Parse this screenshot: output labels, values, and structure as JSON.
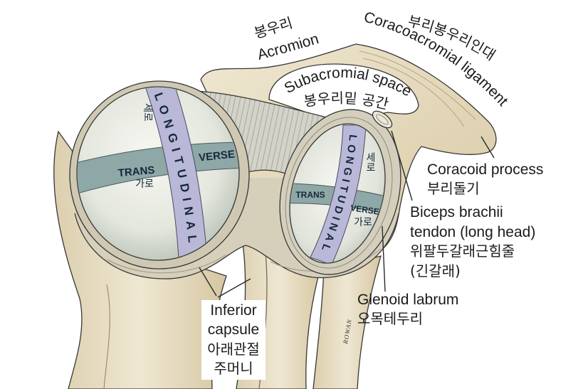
{
  "labels": {
    "acromion": {
      "ko": "봉우리",
      "en": "Acromion"
    },
    "coracoacromial_ligament": {
      "ko": "부리봉우리인대",
      "en": "Coracoacromial ligament"
    },
    "subacromial_space": {
      "en": "Subacromial space",
      "ko": "봉우리밑 공간"
    },
    "coracoid_process": {
      "en": "Coracoid process",
      "ko": "부리돌기"
    },
    "biceps_tendon": {
      "en_line1": "Biceps brachii",
      "en_line2": "tendon (long head)",
      "ko_line1": "위팔두갈래근힘줄",
      "ko_line2": "(긴갈래)"
    },
    "glenoid_labrum": {
      "en": "Glenoid labrum",
      "ko": "오목테두리"
    },
    "inferior_capsule": {
      "en_line1": "Inferior",
      "en_line2": "capsule",
      "ko_line1": "아래관절",
      "ko_line2": "주머니"
    }
  },
  "humeral_head_bands": {
    "longitudinal": "LONGITUDINAL",
    "longitudinal_ko": "세로",
    "trans": "TRANS",
    "verse": "VERSE",
    "transverse_ko": "가로"
  },
  "glenoid_bands": {
    "longitudinal": "LONGITUDINAL",
    "longitudinal_ko": "세로",
    "trans": "TRANS",
    "verse": "VERSE",
    "transverse_ko": "가로"
  },
  "signature": "ROWAN",
  "colors": {
    "bone": "#e8dfc6",
    "capsule": "#d6cfba",
    "articular_cartilage": "#eef0ea",
    "longitudinal_band": "#b9b8d8",
    "transverse_band": "#8ea7a7",
    "ink": "#1b1b1b"
  }
}
